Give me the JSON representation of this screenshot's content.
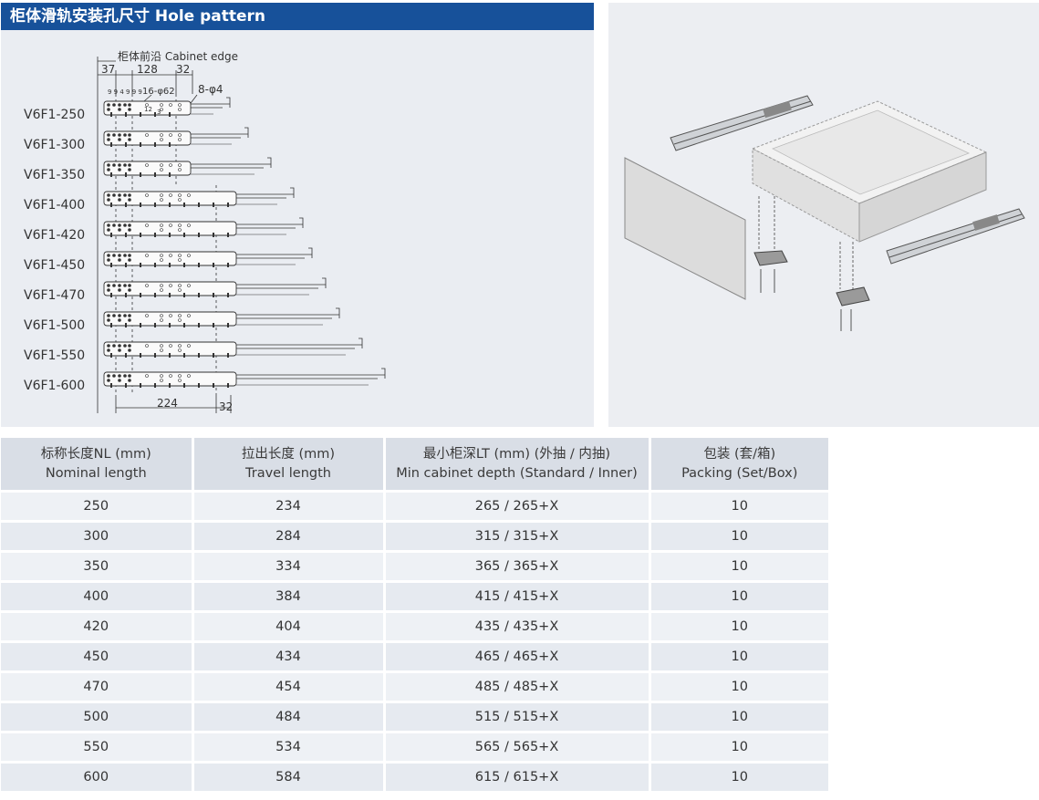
{
  "header": {
    "title": "柜体滑轨安装孔尺寸   Hole pattern"
  },
  "diagram": {
    "cabinet_edge_label": "柜体前沿 Cabinet edge",
    "dim_37": "37",
    "dim_128": "128",
    "dim_32_top": "32",
    "dim_9": "9 9 4 9 9 9",
    "dim_16_phi62": "16-φ62",
    "dim_8_phi4": "8-φ4",
    "dim_12": "12",
    "dim_3": "3",
    "dim_224": "224",
    "dim_32_bottom": "32",
    "models": [
      "V6F1-250",
      "V6F1-300",
      "V6F1-350",
      "V6F1-400",
      "V6F1-420",
      "V6F1-450",
      "V6F1-470",
      "V6F1-500",
      "V6F1-550",
      "V6F1-600"
    ]
  },
  "table": {
    "headers": [
      {
        "cn": "标称长度NL (mm)",
        "en": "Nominal length"
      },
      {
        "cn": "拉出长度 (mm)",
        "en": "Travel length"
      },
      {
        "cn": "最小柜深LT (mm) (外抽 / 内抽)",
        "en": "Min cabinet depth  (Standard / Inner)"
      },
      {
        "cn": "包装 (套/箱)",
        "en": "Packing (Set/Box)"
      }
    ],
    "rows": [
      [
        "250",
        "234",
        "265 / 265+X",
        "10"
      ],
      [
        "300",
        "284",
        "315 / 315+X",
        "10"
      ],
      [
        "350",
        "334",
        "365 / 365+X",
        "10"
      ],
      [
        "400",
        "384",
        "415 / 415+X",
        "10"
      ],
      [
        "420",
        "404",
        "435 / 435+X",
        "10"
      ],
      [
        "450",
        "434",
        "465 / 465+X",
        "10"
      ],
      [
        "470",
        "454",
        "485 / 485+X",
        "10"
      ],
      [
        "500",
        "484",
        "515 / 515+X",
        "10"
      ],
      [
        "550",
        "534",
        "565 / 565+X",
        "10"
      ],
      [
        "600",
        "584",
        "615 / 615+X",
        "10"
      ]
    ]
  }
}
